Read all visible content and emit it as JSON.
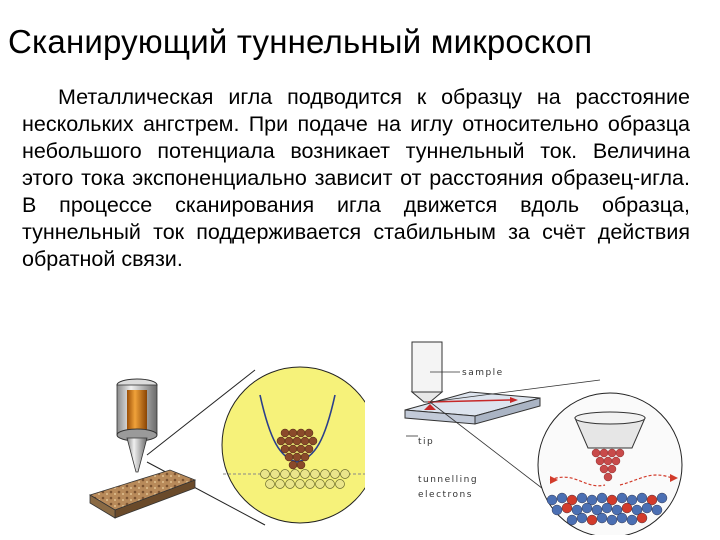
{
  "slide": {
    "title": "Сканирующий туннельный микроскоп",
    "paragraph": "Металлическая игла подводится к образцу на расстояние нескольких ангстрем. При подаче на иглу относительно образца небольшого потенциала возникает туннельный ток. Величина этого тока экспоненциально зависит от расстояния образец-игла. В процессе сканирования игла движется вдоль образца, туннельный ток поддерживается стабильным за счёт действия обратной связи."
  },
  "figure_right": {
    "label_sample": "sample",
    "label_tip": "tip",
    "label_tunnelling_1": "tunnelling",
    "label_tunnelling_2": "electrons"
  },
  "colors": {
    "needle_holder": "#d77a12",
    "yellow_zoom": "#f6f27a",
    "atom_brown": "#8a4a2a",
    "tip_red": "#c84a4a",
    "electron_blue": "#4b6fb3",
    "electron_red": "#d23b2b"
  }
}
